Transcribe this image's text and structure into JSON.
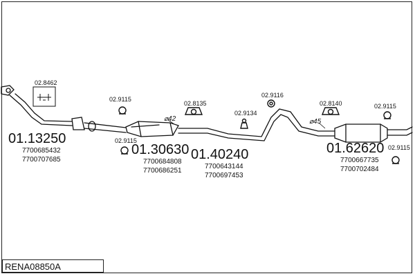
{
  "diagram_ref": "RENA08850A",
  "parts": [
    {
      "number": "01.13250",
      "refs": [
        "7700685432",
        "7700707685"
      ]
    },
    {
      "number": "01.30630",
      "refs": [
        "7700684808",
        "7700686251"
      ]
    },
    {
      "number": "01.40240",
      "refs": [
        "7700643144",
        "7700697453"
      ]
    },
    {
      "number": "01.62620",
      "refs": [
        "7700667735",
        "7700702484"
      ]
    }
  ],
  "hardware": {
    "kit": "02.8462",
    "h1": "02.9115",
    "h2": "02.9115",
    "h3": "02.8135",
    "h4": "02.9134",
    "h5": "02.9116",
    "h6": "02.8140",
    "h7": "02.9115",
    "h8": "02.9115"
  },
  "diameters": {
    "d1": "⌀42",
    "d2": "⌀45"
  }
}
